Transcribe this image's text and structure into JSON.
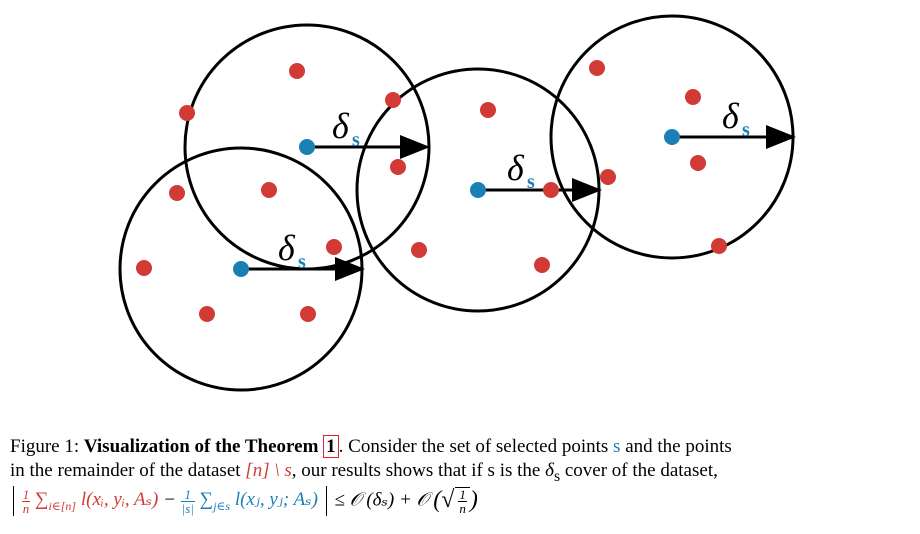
{
  "figure": {
    "delta_symbol": "δ",
    "delta_subscript": "s",
    "colors": {
      "remainder_point": "#d23a35",
      "selected_point": "#1a7fb4",
      "circle": "#000000"
    }
  },
  "caption": {
    "label": "Figure 1:",
    "title_prefix": "Visualization of the Theorem",
    "theorem_ref": "1",
    "line1_rest": ". Consider the set of selected points",
    "s_symbol": "s",
    "line1_tail": "and the points",
    "line2_prefix": "in the remainder of the dataset",
    "remainder_set": "[n] \\ s",
    "line2_middle": ", our results shows that if s is the",
    "delta": "δ",
    "line2_suffix": "cover of the dataset,",
    "formula": {
      "left_frac_num": "1",
      "left_frac_den": "n",
      "left_sum_sub": "i∈[n]",
      "left_term": "l(xᵢ, yᵢ, Aₛ)",
      "minus": "−",
      "right_frac_num": "1",
      "right_frac_den": "|s|",
      "right_sum_sub": "j∈s",
      "right_term": "l(xⱼ, yⱼ; Aₛ)",
      "rhs_1": "≤ 𝒪 (δₛ) + 𝒪",
      "sqrt_num": "1",
      "sqrt_den": "n"
    }
  }
}
